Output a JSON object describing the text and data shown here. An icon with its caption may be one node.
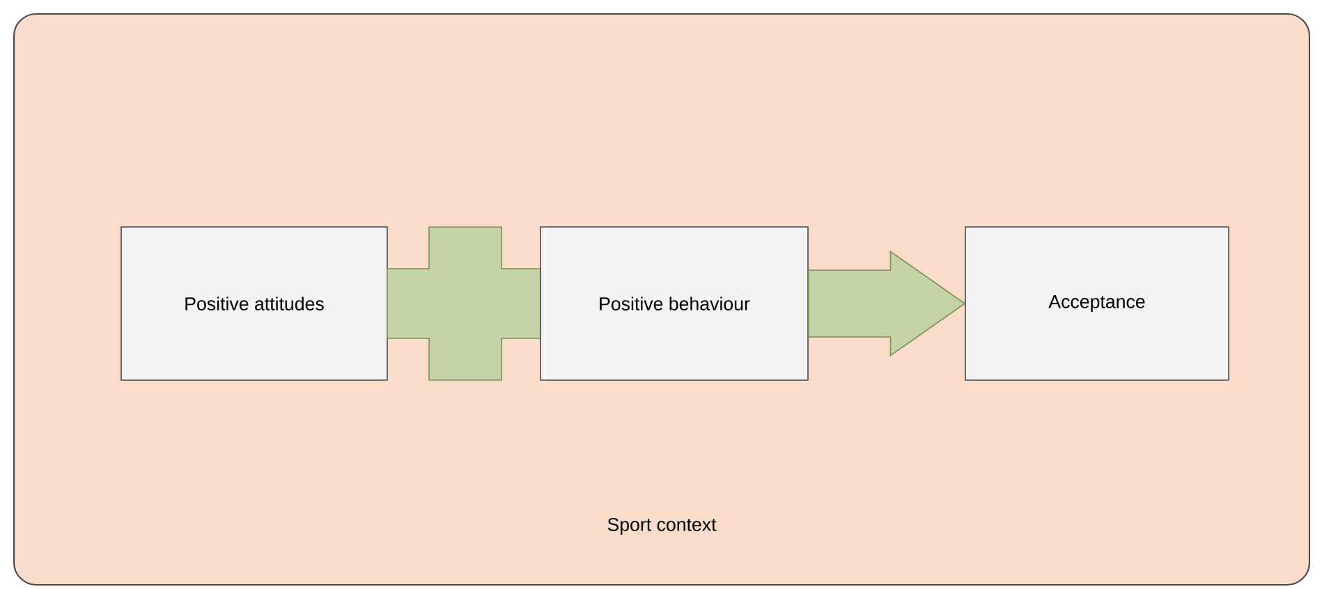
{
  "diagram": {
    "nodes": [
      {
        "text": [
          "Sport context"
        ]
      },
      {
        "text": [
          "Positive attitudes"
        ],
        "in": 0
      },
      {
        "text": [],
        "shape": "cross",
        "in": 0
      },
      {
        "text": [
          "Positive behaviour"
        ],
        "in": 0
      },
      {
        "text": [
          "Acceptance"
        ],
        "in": 0
      }
    ],
    "edges": [
      {
        "from": 3,
        "to": 4,
        "arrow": "to"
      }
    ]
  }
}
